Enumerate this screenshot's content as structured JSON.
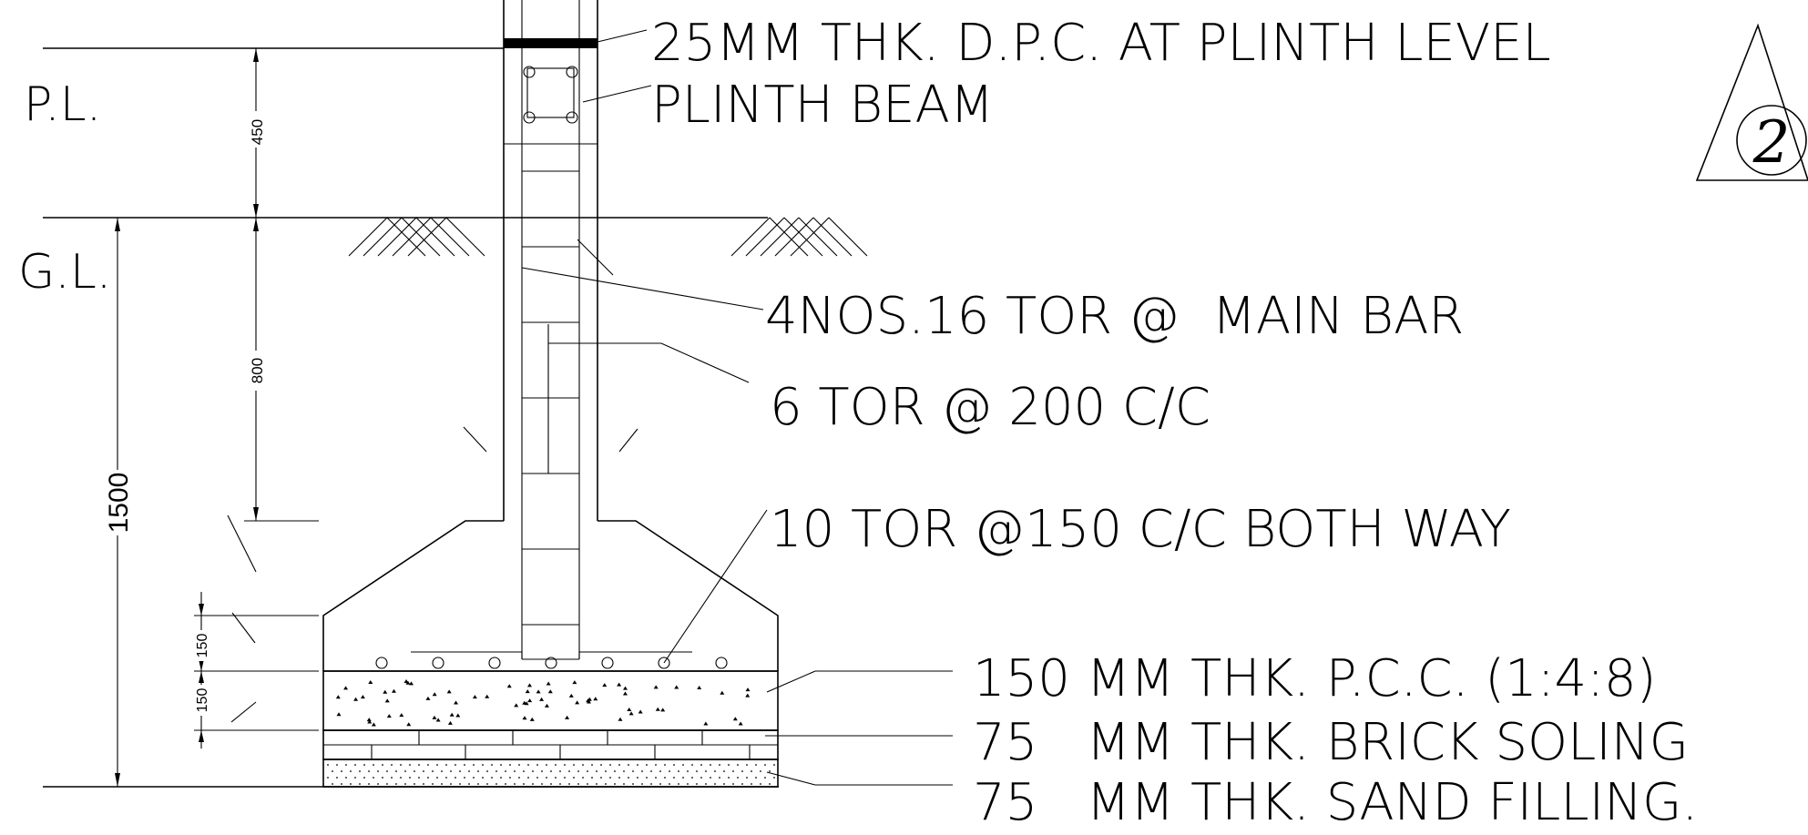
{
  "levels": {
    "plinth": "P.L.",
    "ground": "G.L."
  },
  "dimensions": {
    "pl_to_gl": "450",
    "gl_to_col_base": "800",
    "total_depth": "1500",
    "footing_slope": "150",
    "footing_base": "150"
  },
  "notes": {
    "dpc": "25MM THK. D.P.C. AT PLINTH LEVEL",
    "plinth_beam": "PLINTH BEAM",
    "main_bar": "4NOS.16 TOR @  MAIN BAR",
    "ties": "6 TOR @ 200 C/C",
    "footing_mesh": "10 TOR @150 C/C BOTH WAY",
    "pcc": "150 MM THK. P.C.C. (1:4:8)",
    "brick_soling": "75   MM THK. BRICK SOLING",
    "sand_filling": "75   MM THK. SAND FILLING."
  },
  "detail_marker": "2",
  "colors": {
    "line": "#000000",
    "background": "#ffffff"
  }
}
